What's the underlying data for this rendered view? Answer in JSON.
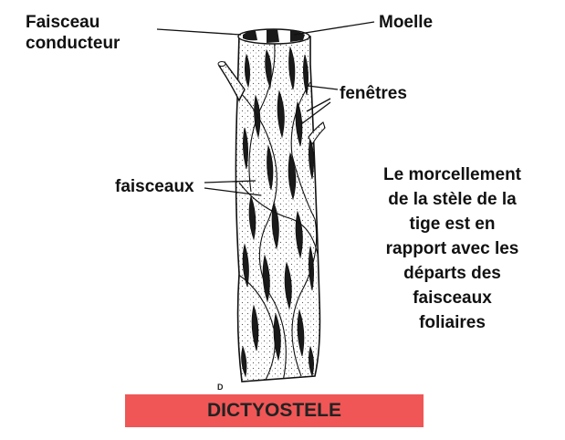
{
  "labels": {
    "faisceau_conducteur": [
      "Faisceau",
      "conducteur"
    ],
    "moelle": "Moelle",
    "fenetres": "fenêtres",
    "faisceaux": "faisceaux",
    "panel_letter": "D"
  },
  "description": [
    "Le morcellement",
    "de la stèle  de la",
    "tige est en",
    "rapport avec les",
    "départs des",
    "faisceaux",
    "foliaires"
  ],
  "title": "DICTYOSTELE",
  "colors": {
    "banner": "#f05656",
    "ink": "#111111"
  }
}
